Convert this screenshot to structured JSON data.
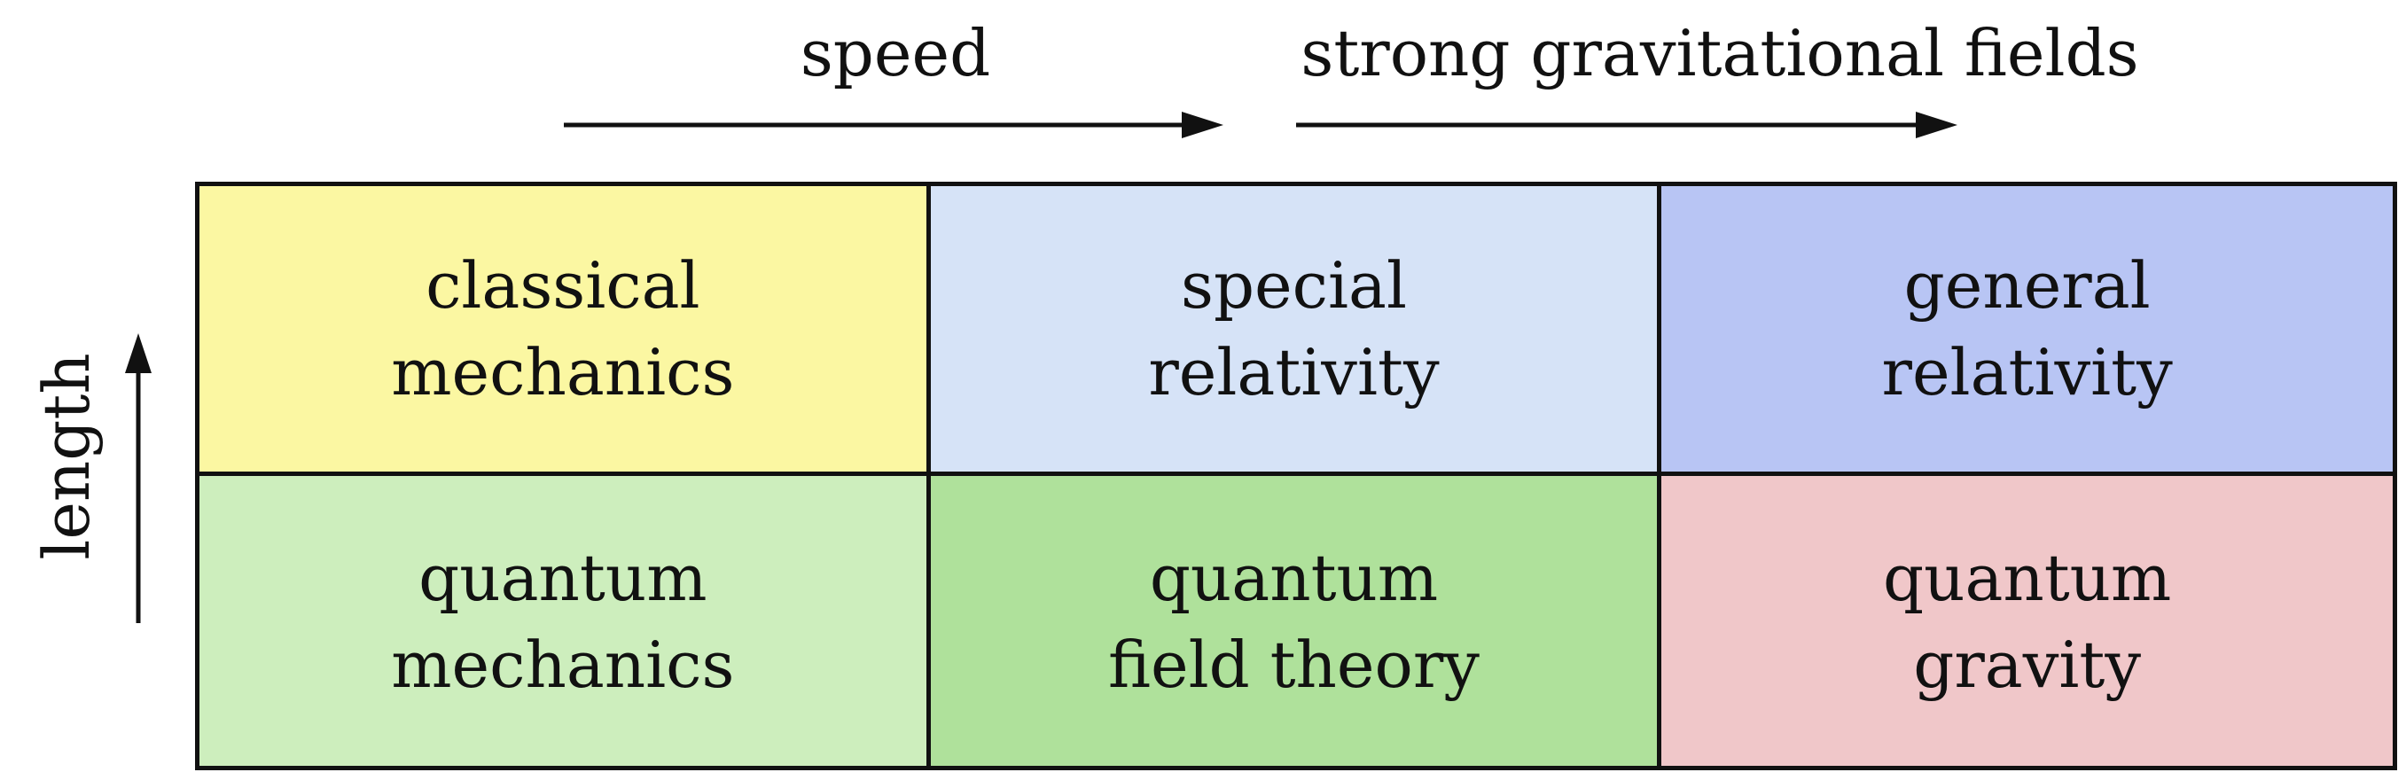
{
  "header": {
    "speed_label": "speed",
    "gravity_label": "strong gravitational fields"
  },
  "axis": {
    "length_label": "length"
  },
  "grid": {
    "rows": [
      [
        {
          "text": "classical\nmechanics",
          "color": "#fbf7a2"
        },
        {
          "text": "special\nrelativity",
          "color": "#d6e3f7"
        },
        {
          "text": "general\nrelativity",
          "color": "#b8c5f4"
        }
      ],
      [
        {
          "text": "quantum\nmechanics",
          "color": "#cdeebd"
        },
        {
          "text": "quantum\nfield theory",
          "color": "#afe19b"
        },
        {
          "text": "quantum\ngravity",
          "color": "#f0c7c9"
        }
      ]
    ]
  },
  "colors": {
    "line": "#111111",
    "background": "#ffffff"
  }
}
